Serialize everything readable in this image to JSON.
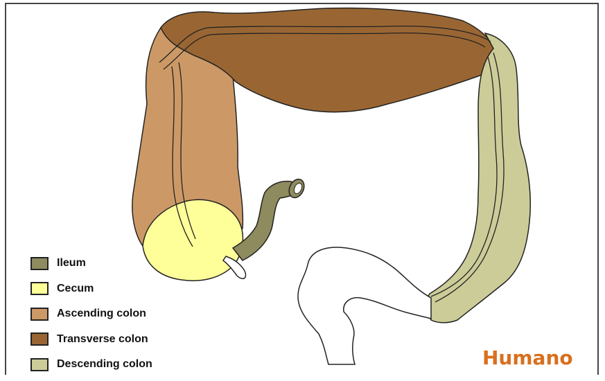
{
  "legend": {
    "items": [
      {
        "label": "Ileum",
        "color": "#8e8b5e"
      },
      {
        "label": "Cecum",
        "color": "#ffff99"
      },
      {
        "label": "Ascending colon",
        "color": "#cc9966"
      },
      {
        "label": "Transverse colon",
        "color": "#996633"
      },
      {
        "label": "Descending colon",
        "color": "#cccc99"
      }
    ]
  },
  "caption": "Humano",
  "colors": {
    "ileum": "#8e8b5e",
    "cecum": "#ffff99",
    "ascending": "#cc9966",
    "transverse": "#996633",
    "descending": "#cccc99",
    "sigmoid": "#ffffff",
    "caption": "#d86f1e"
  }
}
